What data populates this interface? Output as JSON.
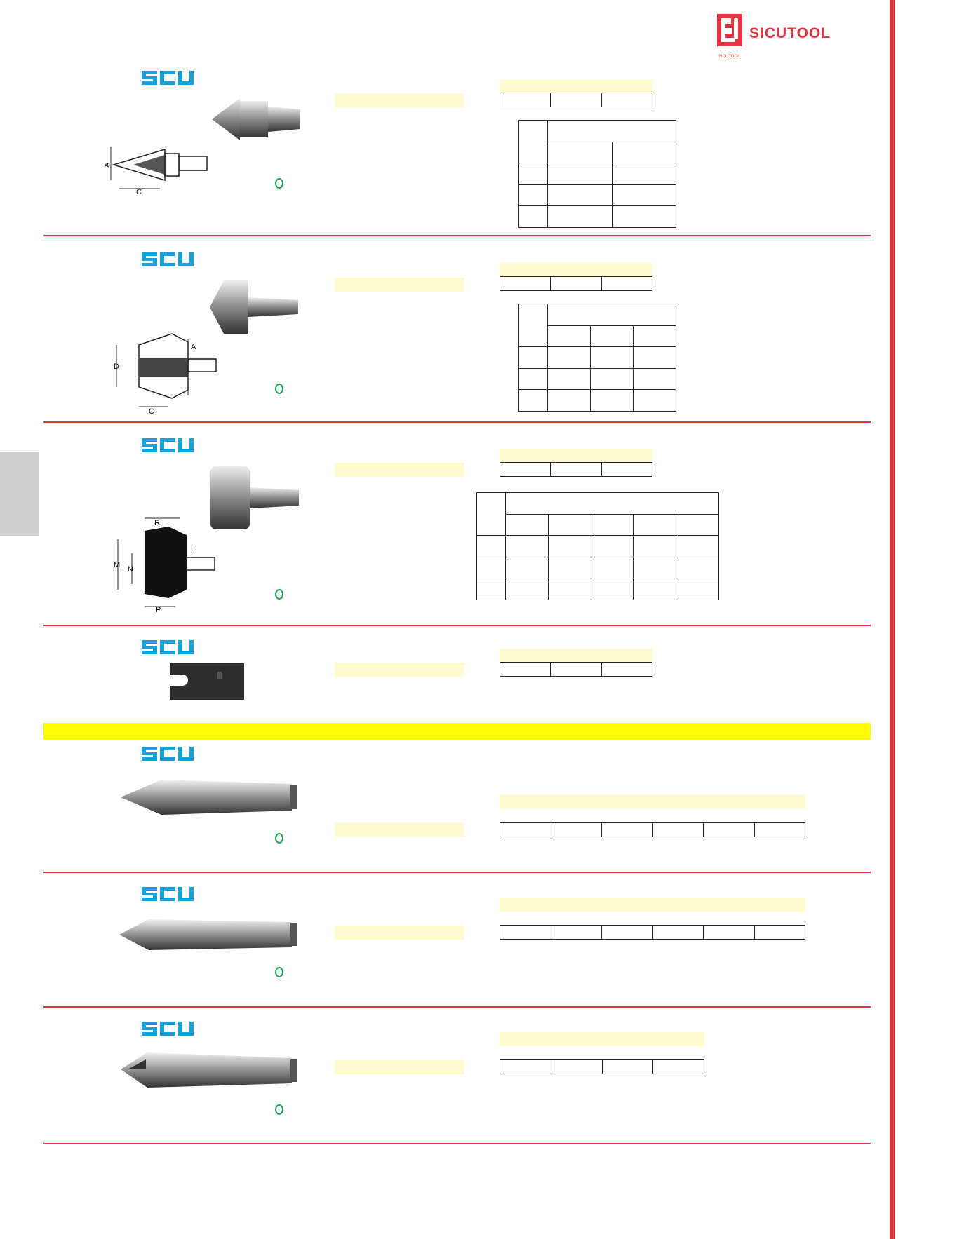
{
  "brand": {
    "name": "SICUTOOL",
    "sub": "SICUTOOL"
  },
  "colors": {
    "red": "#e03440",
    "scu_blue": "#1aa0d8",
    "yellow_band": "#fdfb00",
    "light_yellow": "#fffbd0",
    "side_tab": "#cfcfcf",
    "circle_green": "#1ea057"
  },
  "sections": [
    {
      "id": 1,
      "dims": [
        "A",
        "C"
      ]
    },
    {
      "id": 2,
      "dims": [
        "D",
        "A",
        "C"
      ]
    },
    {
      "id": 3,
      "dims": [
        "R",
        "L",
        "M",
        "N",
        "P"
      ]
    },
    {
      "id": 4,
      "dims": []
    },
    {
      "id": 5,
      "dims": []
    },
    {
      "id": 6,
      "dims": []
    },
    {
      "id": 7,
      "dims": []
    }
  ]
}
